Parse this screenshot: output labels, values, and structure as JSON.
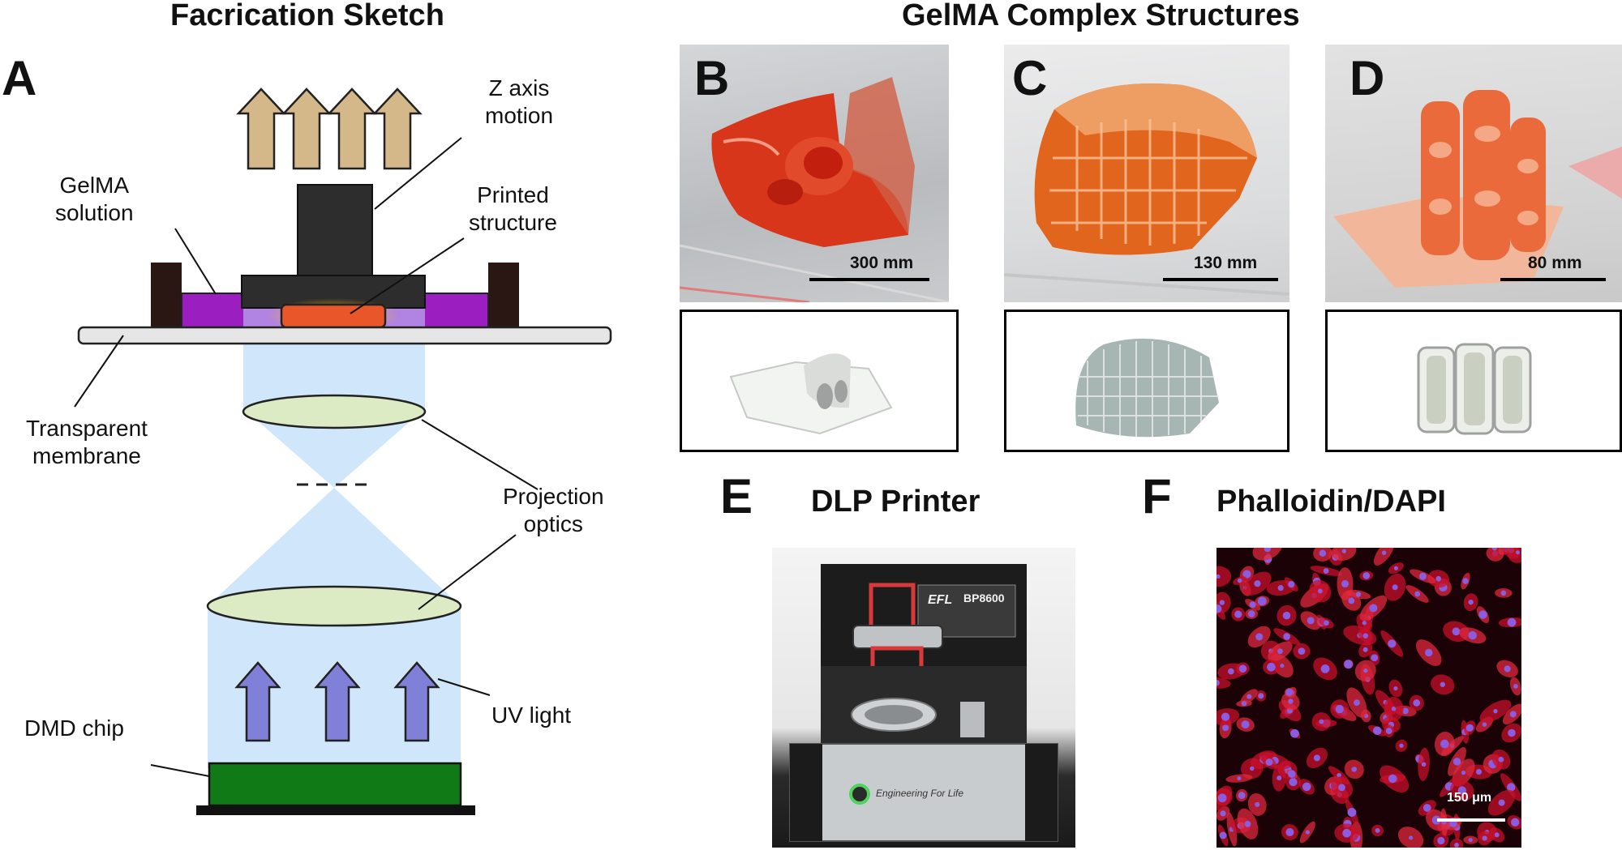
{
  "panel_a": {
    "title": "Facrication Sketch",
    "letter": "A",
    "labels": {
      "z_axis": [
        "Z axis",
        "motion"
      ],
      "gelma": [
        "GelMA",
        "solution"
      ],
      "printed": [
        "Printed",
        "structure"
      ],
      "membrane": [
        "Transparent",
        "membrane"
      ],
      "optics": [
        "Projection",
        "optics"
      ],
      "uv": "UV light",
      "dmd": "DMD chip"
    }
  },
  "gelma_section": {
    "title": "GelMA Complex Structures",
    "panels": [
      {
        "letter": "B",
        "scale": "300 mm"
      },
      {
        "letter": "C",
        "scale": "130 mm"
      },
      {
        "letter": "D",
        "scale": "80 mm"
      }
    ]
  },
  "panel_e": {
    "letter": "E",
    "title": "DLP Printer",
    "brand": "EFL",
    "slogan": "Engineering For Life",
    "model": "BP8600"
  },
  "panel_f": {
    "letter": "F",
    "title": "Phalloidin/DAPI",
    "scale": "150 μm"
  },
  "colors": {
    "arrow_up": "#d4b88a",
    "uv_arrow": "#8080d8",
    "beam": "#cfe6fb",
    "lens": "#dcebc4",
    "gelma": "#9b1fc0",
    "printed": "#e8562a",
    "dmd": "#0f7a16",
    "frame": "#2a1612"
  }
}
